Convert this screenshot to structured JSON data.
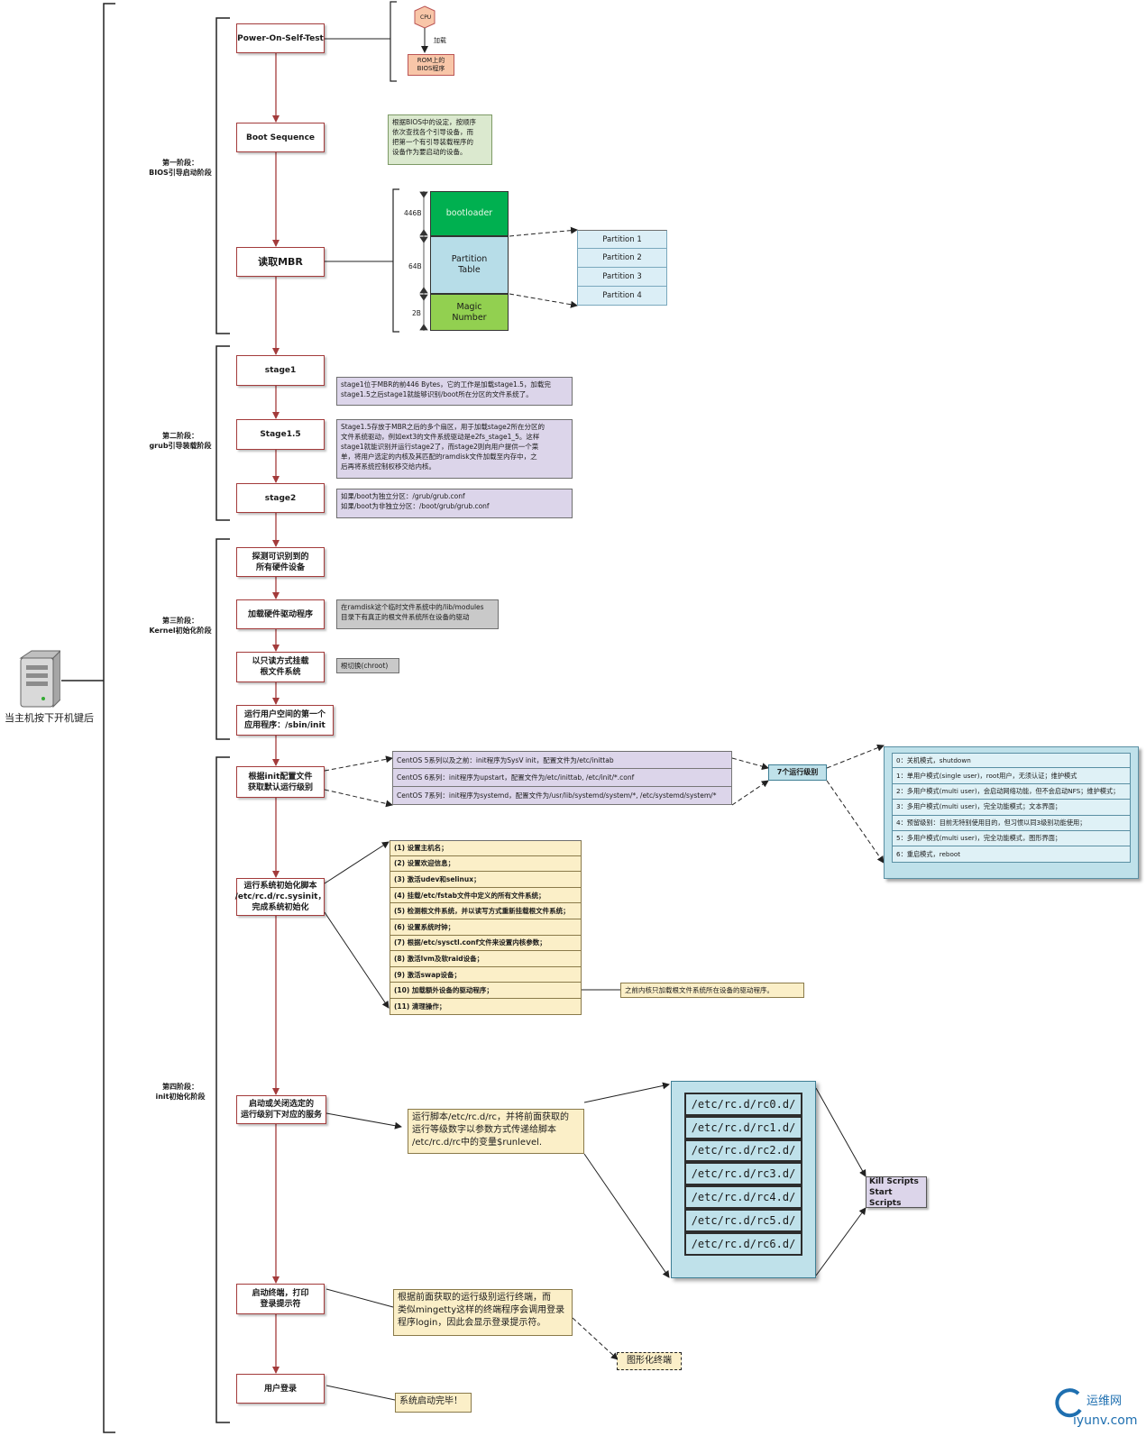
{
  "root_label": "当主机按下开机键后",
  "stages": [
    {
      "id": "s1",
      "label": "第一阶段：\nBIOS引导启动阶段"
    },
    {
      "id": "s2",
      "label": "第二阶段：\ngrub引导装载阶段"
    },
    {
      "id": "s3",
      "label": "第三阶段：\nKernel初始化阶段"
    },
    {
      "id": "s4",
      "label": "第四阶段：\ninit初始化阶段"
    }
  ],
  "steps": [
    "Power-On-Self-Test",
    "Boot Sequence",
    "读取MBR",
    "stage1",
    "Stage1.5",
    "stage2",
    "探测可识别到的\n所有硬件设备",
    "加载硬件驱动程序",
    "以只读方式挂载\n根文件系统",
    "运行用户空间的第一个\n应用程序：/sbin/init",
    "根据init配置文件\n获取默认运行级别",
    "运行系统初始化脚本\n/etc/rc.d/rc.sysinit，\n完成系统初始化",
    "启动或关闭选定的\n运行级别下对应的服务",
    "启动终端，打印\n登录提示符",
    "用户登录"
  ],
  "post": {
    "cpu": "CPU",
    "load": "加载",
    "rom": "ROM上的\nBIOS程序"
  },
  "boot_sequence_note": "根据BIOS中的设定，按顺序\n依次查找各个引导设备，而\n把第一个有引导装载程序的\n设备作为要启动的设备。",
  "mbr": {
    "sizes": [
      "446B",
      "64B",
      "2B"
    ],
    "parts": [
      "bootloader",
      "Partition\nTable",
      "Magic\nNumber"
    ],
    "colors": {
      "bootloader": "#00b050",
      "partition_table": "#b7dde8",
      "magic_number": "#92d050"
    },
    "partitions": [
      "Partition 1",
      "Partition 2",
      "Partition 3",
      "Partition 4"
    ]
  },
  "stage1_note": "stage1位于MBR的前446 Bytes，它的工作是加载stage1.5，加载完\nstage1.5之后stage1就能够识别/boot所在分区的文件系统了。",
  "stage15_note": "Stage1.5存放于MBR之后的多个扇区，用于加载stage2所在分区的\n文件系统驱动，例如ext3的文件系统驱动是e2fs_stage1_5。这样\nstage1就能识别并运行stage2了，而stage2则向用户提供一个菜\n单，将用户选定的内核及其匹配的ramdisk文件加载至内存中，之\n后再将系统控制权移交给内核。",
  "stage2_note": "如果/boot为独立分区：/grub/grub.conf\n如果/boot为非独立分区：/boot/grub/grub.conf",
  "driver_note": "在ramdisk这个临时文件系统中的/lib/modules\n目录下有真正的根文件系统所在设备的驱动",
  "chroot_note": "根切换(chroot)",
  "init_systems": [
    "CentOS 5系列以及之前：init程序为SysV init，配置文件为/etc/inittab",
    "CentOS 6系列：init程序为upstart，配置文件为/etc/inittab, /etc/init/*.conf",
    "CentOS 7系列：init程序为systemd，配置文件为/usr/lib/systemd/system/*, /etc/systemd/system/*"
  ],
  "runlevels_title": "7个运行级别",
  "runlevels": [
    "0：关机模式，shutdown",
    "1：单用户模式(single user)，root用户，无须认证；维护模式",
    "2：多用户模式(multi user)，会启动网络功能，但不会启动NFS；维护模式；",
    "3：多用户模式(multi user)，完全功能模式；文本界面；",
    "4：预留级别：目前无特别使用目的，但习惯以同3级别功能使用；",
    "5：多用户模式(multi user)，完全功能模式，图形界面；",
    "6：重启模式，reboot"
  ],
  "sysinit_tasks": [
    "(1) 设置主机名；",
    "(2) 设置欢迎信息；",
    "(3) 激活udev和selinux；",
    "(4) 挂载/etc/fstab文件中定义的所有文件系统；",
    "(5) 检测根文件系统，并以读写方式重新挂载根文件系统；",
    "(6) 设置系统时钟；",
    "(7) 根据/etc/sysctl.conf文件来设置内核参数；",
    "(8) 激活lvm及软raid设备；",
    "(9) 激活swap设备；",
    "(10) 加载额外设备的驱动程序；",
    "(11) 清理操作；"
  ],
  "driver_extra_note": "之前内核只加载根文件系统所在设备的驱动程序。",
  "rc_note": "运行脚本/etc/rc.d/rc，并将前面获取的\n运行等级数字以参数方式传递给脚本\n/etc/rc.d/rc中的变量$runlevel.",
  "rc_dirs": [
    "/etc/rc.d/rc0.d/",
    "/etc/rc.d/rc1.d/",
    "/etc/rc.d/rc2.d/",
    "/etc/rc.d/rc3.d/",
    "/etc/rc.d/rc4.d/",
    "/etc/rc.d/rc5.d/",
    "/etc/rc.d/rc6.d/"
  ],
  "kill_start": "Kill Scripts\nStart Scripts",
  "terminal_note": "根据前面获取的运行级别运行终端，而\n类似mingetty这样的终端程序会调用登录\n程序login，因此会显示登录提示符。",
  "gui_terminal": "图形化终端",
  "done_note": "系统启动完毕！",
  "watermark": {
    "cn": "运维网",
    "url": "iyunv.com"
  }
}
